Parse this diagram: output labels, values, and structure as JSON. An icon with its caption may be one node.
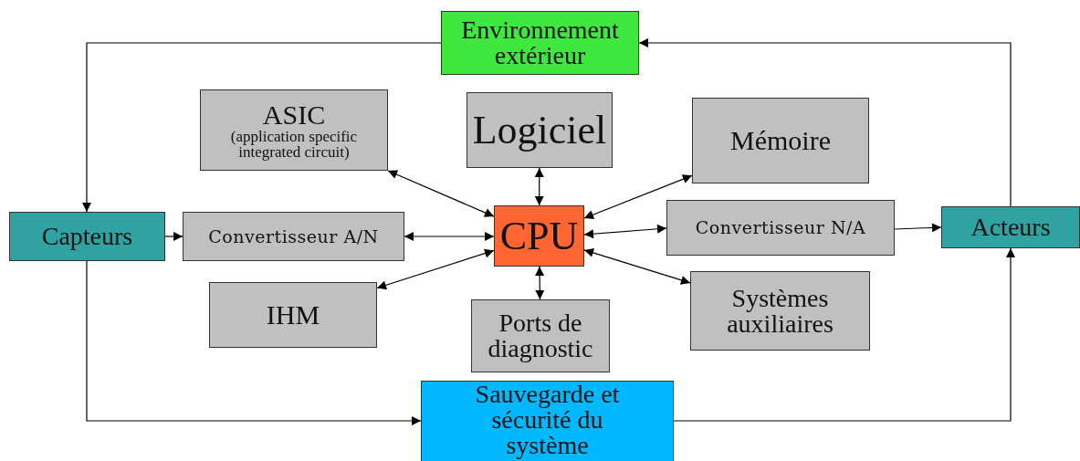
{
  "diagram": {
    "nodes": [
      {
        "text": [
          "Environnement extérieur"
        ]
      },
      {
        "text": [
          "ASIC",
          "(application specific integrated circuit)"
        ]
      },
      {
        "text": [
          "Logiciel"
        ]
      },
      {
        "text": [
          "Mémoire"
        ]
      },
      {
        "text": [
          "Capteurs"
        ]
      },
      {
        "text": [
          "Convertisseur A/N"
        ]
      },
      {
        "text": [
          "CPU"
        ]
      },
      {
        "text": [
          "Convertisseur N/A"
        ]
      },
      {
        "text": [
          "Acteurs"
        ]
      },
      {
        "text": [
          "IHM"
        ]
      },
      {
        "text": [
          "Systèmes auxiliaires"
        ]
      },
      {
        "text": [
          "Ports de diagnostic"
        ]
      },
      {
        "text": [
          "Sauvegarde et sécurité du système"
        ]
      }
    ],
    "edges": [
      {
        "from": 0,
        "to": 4,
        "arrow": "to"
      },
      {
        "from": 8,
        "to": 0,
        "arrow": "to"
      },
      {
        "from": 4,
        "to": 12,
        "arrow": "to"
      },
      {
        "from": 12,
        "to": 8,
        "arrow": "to"
      },
      {
        "from": 4,
        "to": 5,
        "arrow": "to"
      },
      {
        "from": 5,
        "to": 6,
        "arrow": "both"
      },
      {
        "from": 1,
        "to": 6,
        "arrow": "both"
      },
      {
        "from": 2,
        "to": 6,
        "arrow": "both"
      },
      {
        "from": 3,
        "to": 6,
        "arrow": "both"
      },
      {
        "from": 6,
        "to": 7,
        "arrow": "both"
      },
      {
        "from": 7,
        "to": 8,
        "arrow": "to"
      },
      {
        "from": 9,
        "to": 6,
        "arrow": "both"
      },
      {
        "from": 10,
        "to": 6,
        "arrow": "both"
      },
      {
        "from": 6,
        "to": 11,
        "arrow": "both"
      }
    ]
  }
}
